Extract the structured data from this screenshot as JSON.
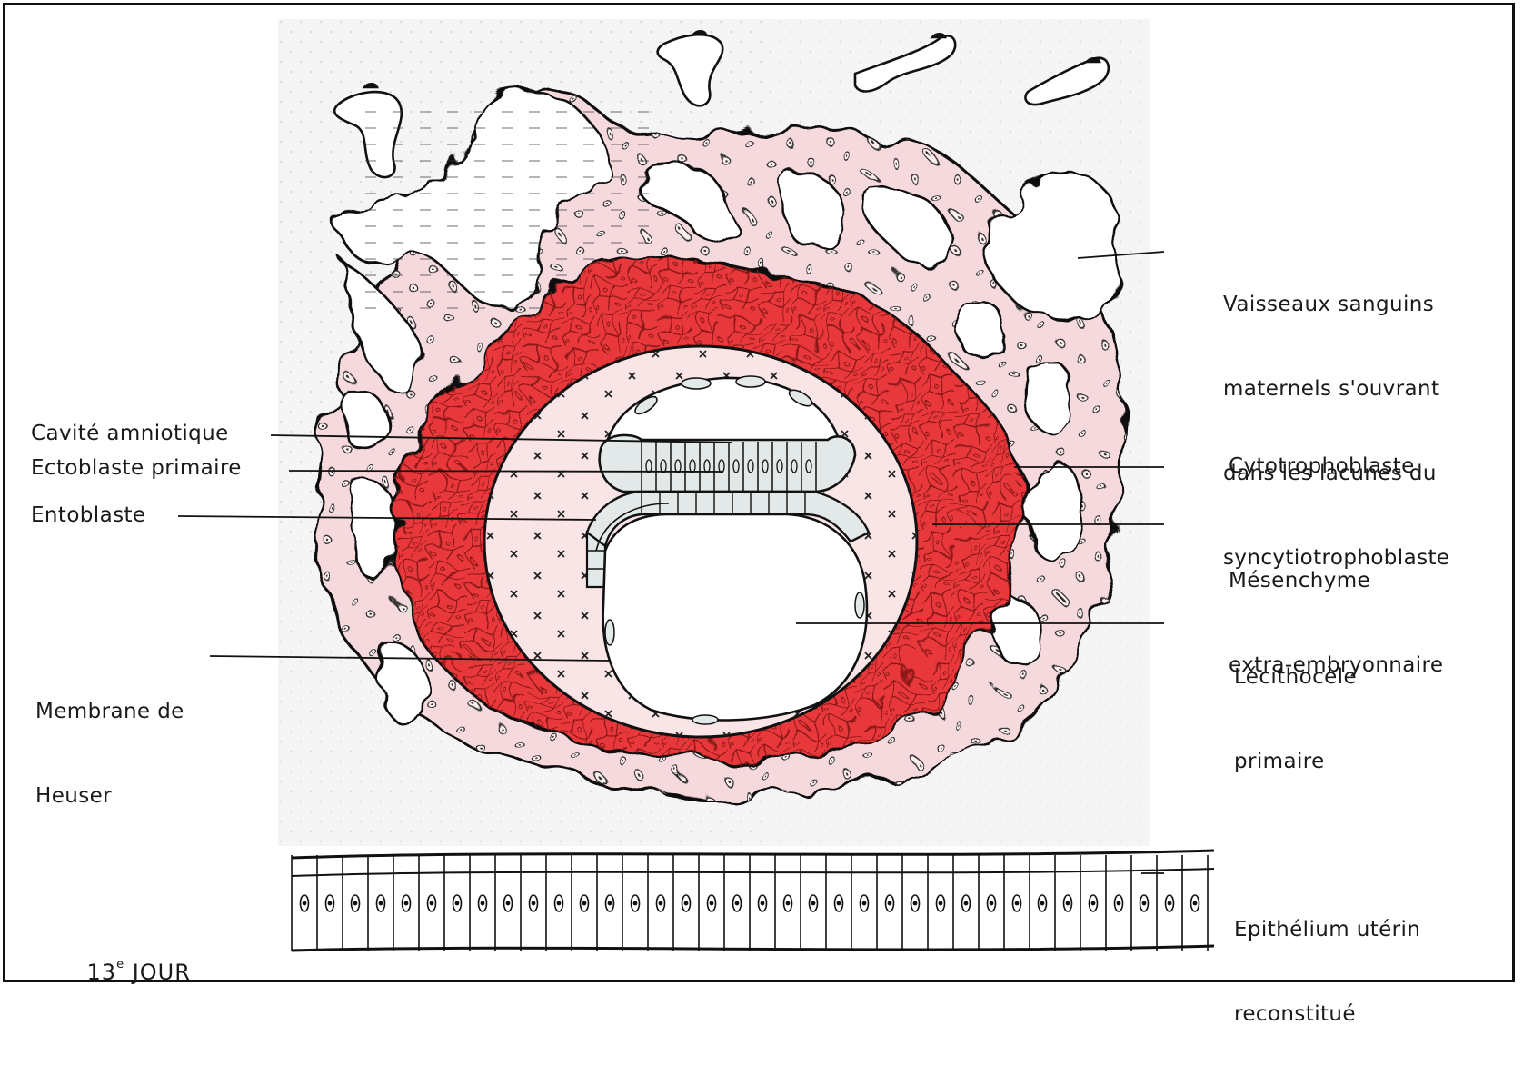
{
  "labels": {
    "vaisseaux": [
      "Vaisseaux sanguins",
      "maternels s'ouvrant",
      "dans les lacunes du",
      "syncytiotrophoblaste"
    ],
    "cavite": "Cavité amniotique",
    "ectoblaste": "Ectoblaste primaire",
    "entoblaste": "Entoblaste",
    "membrane": [
      "Membrane de",
      "Heuser"
    ],
    "cytotrophoblaste": "Cytotrophoblaste",
    "mesenchyme": [
      "Mésenchyme",
      "extra-embryonnaire"
    ],
    "lecithocele": [
      "Lécithocèle",
      "primaire"
    ],
    "epithelium": [
      "Epithélium utérin",
      "reconstitué"
    ],
    "day_number": "13",
    "day_suffix": "e",
    "day_word": "JOUR"
  },
  "colors": {
    "cytotrophoblast": "#e8383a",
    "syncytiotrophoblast": "#f6d9dc",
    "mesenchyme": "#f9e4e6",
    "amnion": "#e3e8e8",
    "background_tint": "#f3f3f3"
  }
}
